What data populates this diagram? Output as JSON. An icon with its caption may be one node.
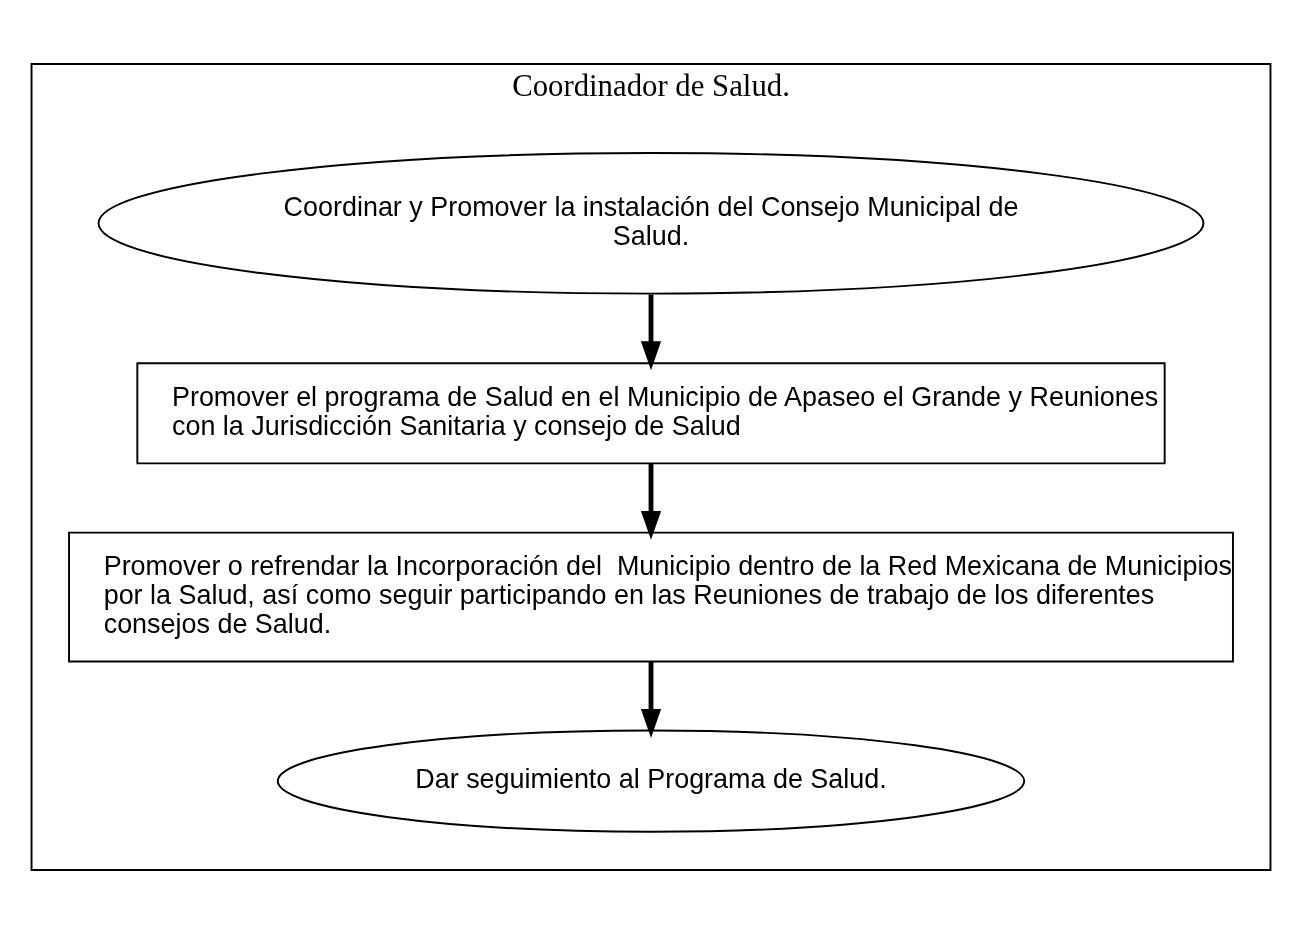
{
  "diagram": {
    "nodes": [
      {
        "text": [
          "Coordinador de Salud."
        ]
      },
      {
        "text": [
          "Coordinar y Promover la instalación del Consejo Municipal de Salud."
        ],
        "in": 0
      },
      {
        "text": [
          "Promover el programa de Salud en el Municipio de Apaseo el Grande y Reuniones con la Jurisdicción Sanitaria y consejo de Salud"
        ],
        "in": 0
      },
      {
        "text": [
          "Promover o refrendar la Incorporación del  Municipio dentro de la Red Mexicana de Municipios por la Salud, así como seguir participando en las Reuniones de trabajo de los diferentes consejos de Salud."
        ],
        "in": 0
      },
      {
        "text": [
          "Dar seguimiento al Programa de Salud."
        ],
        "in": 0
      }
    ],
    "edges": [
      {
        "from": 1,
        "to": 2,
        "arrow": "to"
      },
      {
        "from": 2,
        "to": 3,
        "arrow": "to"
      },
      {
        "from": 3,
        "to": 4,
        "arrow": "to"
      }
    ]
  }
}
